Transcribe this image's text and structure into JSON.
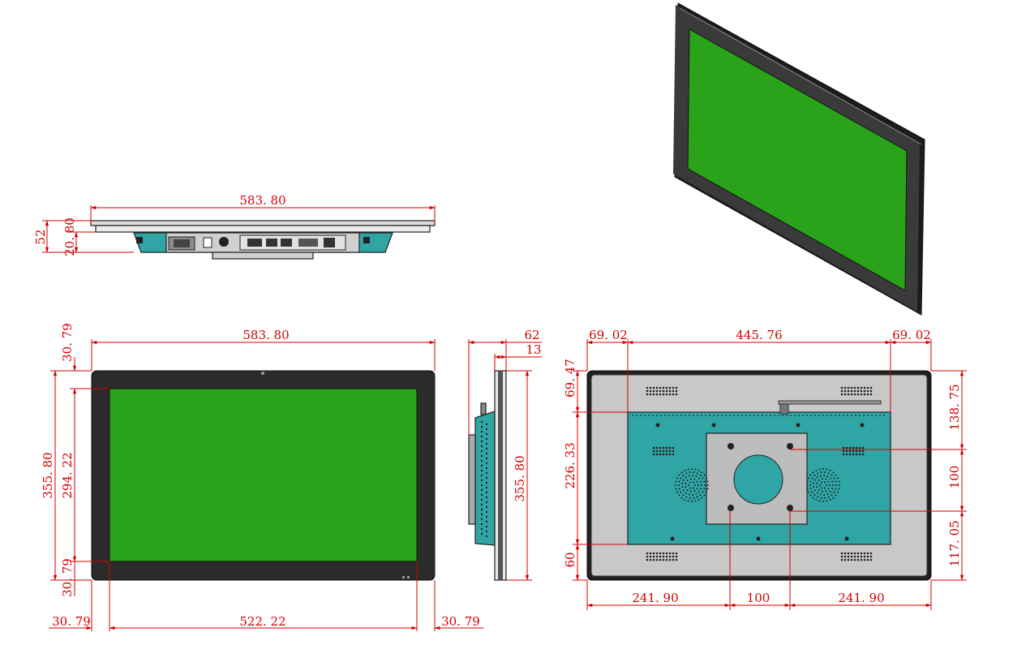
{
  "drawing": {
    "colors": {
      "dimension": "#d40000",
      "bezel": "#2b2b2b",
      "screen": "#2aa21a",
      "back_panel": "#c8c8c8",
      "teal_housing": "#2fa5a6",
      "vesa_plate": "#bdbdbd"
    },
    "top_view": {
      "width": "583. 80",
      "depth_total": "52",
      "depth_panel": "20. 80"
    },
    "front_view": {
      "width": "583. 80",
      "height": "355. 80",
      "screen_height": "294. 22",
      "top_bezel": "30. 79",
      "bottom_bezel": "30. 79",
      "left_bezel": "30. 79",
      "screen_width": "522. 22",
      "right_bezel": "30. 79"
    },
    "side_view": {
      "depth": "62",
      "panel_depth": "13",
      "height": "355. 80"
    },
    "rear_view": {
      "left_offset": "69. 02",
      "housing_width": "445. 76",
      "right_offset": "69. 02",
      "top_offset": "69. 47",
      "housing_height": "226. 33",
      "bottom_offset": "60",
      "vesa_top": "138. 75",
      "vesa_spacing_v": "100",
      "vesa_bottom": "117. 05",
      "vesa_left": "241. 90",
      "vesa_spacing_h": "100",
      "vesa_right": "241. 90"
    }
  }
}
